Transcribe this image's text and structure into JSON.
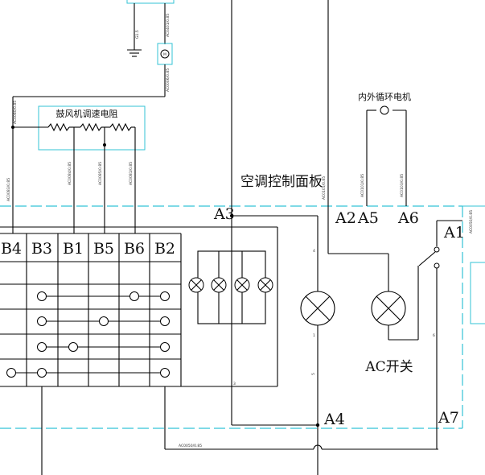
{
  "diagram": {
    "panel_title": "空调控制面板",
    "blower_title": "鼓风机调速电阻",
    "circ_motor_title": "内外循环电机",
    "ac_switch": "AC开关",
    "terminals": [
      "A1",
      "A2",
      "A3",
      "A4",
      "A5",
      "A6",
      "A7"
    ],
    "columns": [
      "B4",
      "B3",
      "B1",
      "B5",
      "B6",
      "B2"
    ],
    "wire_tags": [
      "AC0050/0.85",
      "AC0101/0.85",
      "AC0103/0.85",
      "AC0105/0.85",
      "AC0401/0.85",
      "AC0006/0.85",
      "AC0080/0.85",
      "AC0083/0.85",
      "AC0084/0.85",
      "AC0085/0.85",
      "AC0081/0.85",
      "G1.5",
      "4",
      "1",
      "5",
      "6",
      "3"
    ],
    "colors": {
      "wire": "#000000",
      "frame": "#33c3d6"
    }
  }
}
